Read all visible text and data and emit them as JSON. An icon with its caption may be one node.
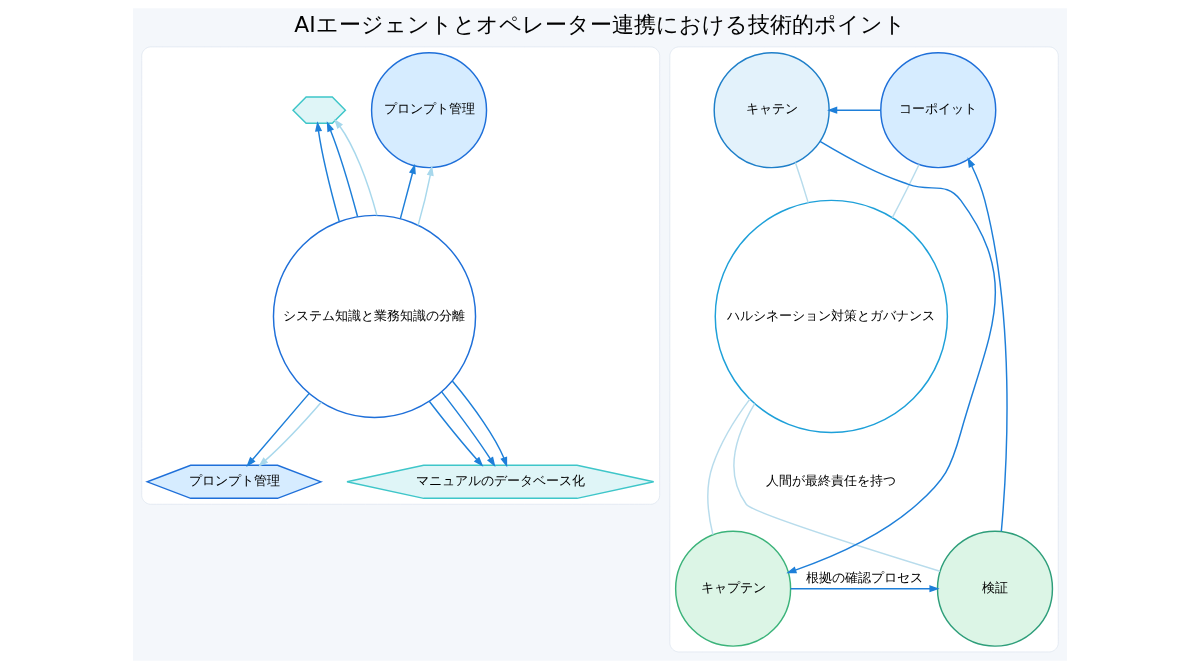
{
  "diagram": {
    "title": "AIエージェントとオペレーター連携における技術的ポイント",
    "nodes": [
      {
        "text": [],
        "shape": "box"
      },
      {
        "text": [
          "システム知識と業務知識の分離"
        ],
        "in": 0
      },
      {
        "text": [
          "プロンプト管理"
        ],
        "in": 0
      },
      {
        "text": [],
        "shape": "hexagon",
        "in": 0
      },
      {
        "text": [
          "プロンプト管理"
        ],
        "in": 0
      },
      {
        "text": [
          "マニュアルのデータベース化"
        ],
        "in": 0
      },
      {
        "text": [],
        "shape": "box"
      },
      {
        "text": [
          "ハルシネーション対策とガバナンス"
        ],
        "in": 6
      },
      {
        "text": [
          "コーポイット"
        ],
        "in": 6
      },
      {
        "text": [
          "キャテン"
        ],
        "in": 6
      },
      {
        "text": [
          "キャプテン"
        ],
        "in": 6
      },
      {
        "text": [
          "検証"
        ],
        "in": 6
      }
    ],
    "edges": [
      {
        "from": 1,
        "to": 2,
        "arrow": "to"
      },
      {
        "from": 1,
        "to": 2,
        "arrow": "to",
        "color": "#a8d8ec"
      },
      {
        "from": 1,
        "to": 3,
        "arrow": "to"
      },
      {
        "from": 1,
        "to": 3,
        "arrow": "to"
      },
      {
        "from": 1,
        "to": 3,
        "arrow": "to",
        "color": "#a8d8ec"
      },
      {
        "from": 1,
        "to": 4,
        "arrow": "to"
      },
      {
        "from": 1,
        "to": 4,
        "arrow": "to",
        "color": "#a8d8ec"
      },
      {
        "from": 1,
        "to": 5,
        "arrow": "to"
      },
      {
        "from": 1,
        "to": 5,
        "arrow": "to"
      },
      {
        "from": 1,
        "to": 5,
        "arrow": "to"
      },
      {
        "from": 8,
        "to": 9,
        "arrow": "to"
      },
      {
        "from": 9,
        "to": 10,
        "arrow": "to"
      },
      {
        "from": 10,
        "to": 11,
        "arrow": "to",
        "label": "根拠の確認プロセス"
      },
      {
        "from": 11,
        "to": 8,
        "arrow": "to"
      },
      {
        "from": 7,
        "to": 8,
        "arrow": "none",
        "color": "#b8dcec"
      },
      {
        "from": 7,
        "to": 9,
        "arrow": "none",
        "color": "#b8dcec"
      },
      {
        "from": 7,
        "to": 10,
        "arrow": "none",
        "color": "#b8dcec"
      },
      {
        "from": 7,
        "to": 11,
        "arrow": "none",
        "color": "#b8dcec"
      }
    ],
    "labels": [
      "人間が最終責任を持つ"
    ]
  }
}
